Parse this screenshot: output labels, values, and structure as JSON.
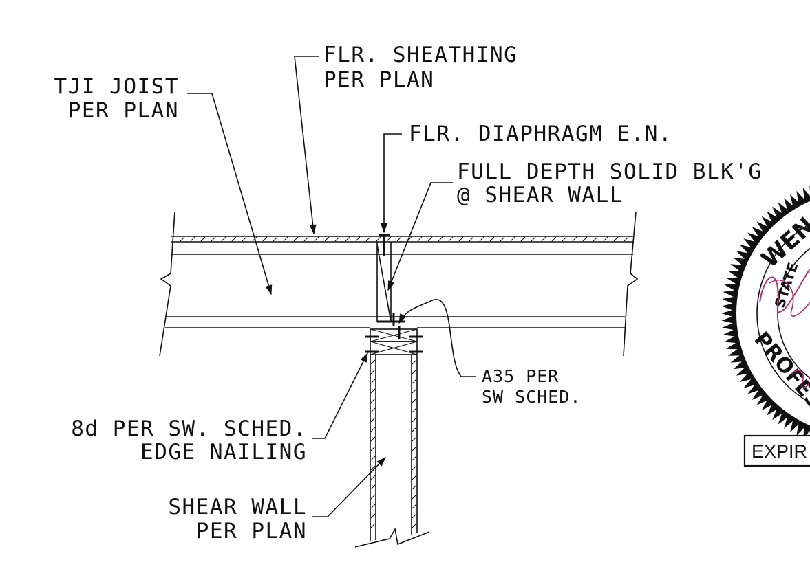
{
  "labels": {
    "flr_sheathing_1": "FLR. SHEATHING",
    "flr_sheathing_2": "PER PLAN",
    "tji_joist_1": "TJI JOIST",
    "tji_joist_2": "PER PLAN",
    "flr_diaphragm": "FLR. DIAPHRAGM E.N.",
    "full_depth_1": "FULL DEPTH SOLID BLK'G",
    "full_depth_2": "@ SHEAR WALL",
    "a35_1": "A35 PER",
    "a35_2": "SW SCHED.",
    "nailing_1": "8d PER SW. SCHED.",
    "nailing_2": "EDGE NAILING",
    "shear_wall_1": "SHEAR WALL",
    "shear_wall_2": "PER PLAN"
  },
  "seal": {
    "text_top": "WEN",
    "text_state": "STATE",
    "text_bottom": "PROFESS",
    "expiry_label": "EXPIR"
  },
  "colors": {
    "ink": "#111111",
    "signature": "#b0306a",
    "background": "#ffffff"
  }
}
